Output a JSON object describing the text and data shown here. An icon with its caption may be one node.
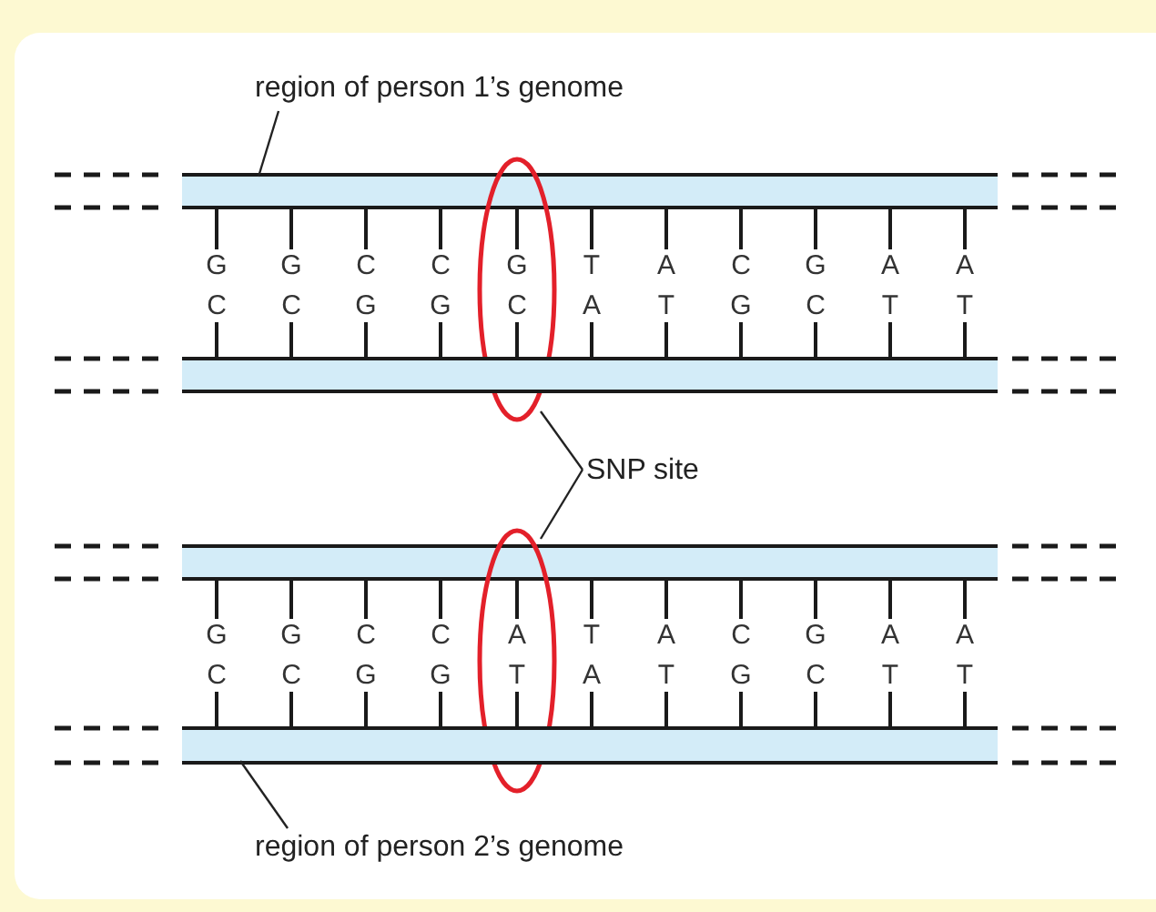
{
  "diagram": {
    "nodes": [
      {
        "text": [
          "region of person 1’s genome"
        ]
      },
      {
        "text": [],
        "shape": "bar"
      },
      {
        "text": [],
        "shape": "ellipse"
      },
      {
        "text": [],
        "shape": "bar"
      },
      {
        "text": [
          "SNP site"
        ]
      },
      {
        "text": [],
        "shape": "bar"
      },
      {
        "text": [],
        "shape": "ellipse"
      },
      {
        "text": [],
        "shape": "bar"
      },
      {
        "text": [
          "region of person 2’s genome"
        ]
      }
    ],
    "edges": [
      {
        "from": 0,
        "to": 1,
        "arrow": "none"
      },
      {
        "from": 4,
        "to": 2,
        "arrow": "none"
      },
      {
        "from": 4,
        "to": 6,
        "arrow": "none"
      },
      {
        "from": 8,
        "to": 7,
        "arrow": "none"
      }
    ],
    "labels": [
      "G",
      "G",
      "C",
      "C",
      "G",
      "T",
      "A",
      "C",
      "G",
      "A",
      "A",
      "C",
      "C",
      "G",
      "G",
      "C",
      "A",
      "T",
      "G",
      "C",
      "T",
      "T",
      "G",
      "G",
      "C",
      "C",
      "A",
      "T",
      "A",
      "C",
      "G",
      "A",
      "A",
      "C",
      "C",
      "G",
      "G",
      "T",
      "A",
      "T",
      "G",
      "C",
      "T",
      "T"
    ]
  }
}
